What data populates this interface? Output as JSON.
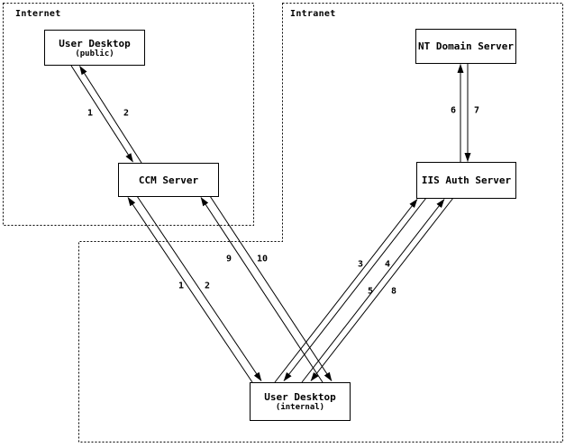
{
  "colors": {
    "background": "#ffffff",
    "line": "#000000",
    "text": "#000000"
  },
  "regions": {
    "internet": {
      "label": "Internet"
    },
    "intranet": {
      "label": "Intranet"
    }
  },
  "nodes": {
    "user_desktop_public": {
      "title": "User Desktop",
      "subtitle": "(public)"
    },
    "nt_domain_server": {
      "title": "NT Domain Server"
    },
    "ccm_server": {
      "title": "CCM Server"
    },
    "iis_auth_server": {
      "title": "IIS Auth Server"
    },
    "user_desktop_internal": {
      "title": "User Desktop",
      "subtitle": "(internal)"
    }
  },
  "edges": [
    {
      "from": "User Desktop (public)",
      "to": "CCM Server",
      "label": "1"
    },
    {
      "from": "CCM Server",
      "to": "User Desktop (public)",
      "label": "2"
    },
    {
      "from": "User Desktop (internal)",
      "to": "CCM Server",
      "label": "1"
    },
    {
      "from": "CCM Server",
      "to": "User Desktop (internal)",
      "label": "2"
    },
    {
      "from": "User Desktop (internal)",
      "to": "CCM Server",
      "label": "9"
    },
    {
      "from": "CCM Server",
      "to": "User Desktop (internal)",
      "label": "10"
    },
    {
      "from": "User Desktop (internal)",
      "to": "IIS Auth Server",
      "label": "3"
    },
    {
      "from": "IIS Auth Server",
      "to": "User Desktop (internal)",
      "label": "4"
    },
    {
      "from": "User Desktop (internal)",
      "to": "IIS Auth Server",
      "label": "5"
    },
    {
      "from": "IIS Auth Server",
      "to": "User Desktop (internal)",
      "label": "8"
    },
    {
      "from": "IIS Auth Server",
      "to": "NT Domain Server",
      "label": "6"
    },
    {
      "from": "NT Domain Server",
      "to": "IIS Auth Server",
      "label": "7"
    }
  ]
}
